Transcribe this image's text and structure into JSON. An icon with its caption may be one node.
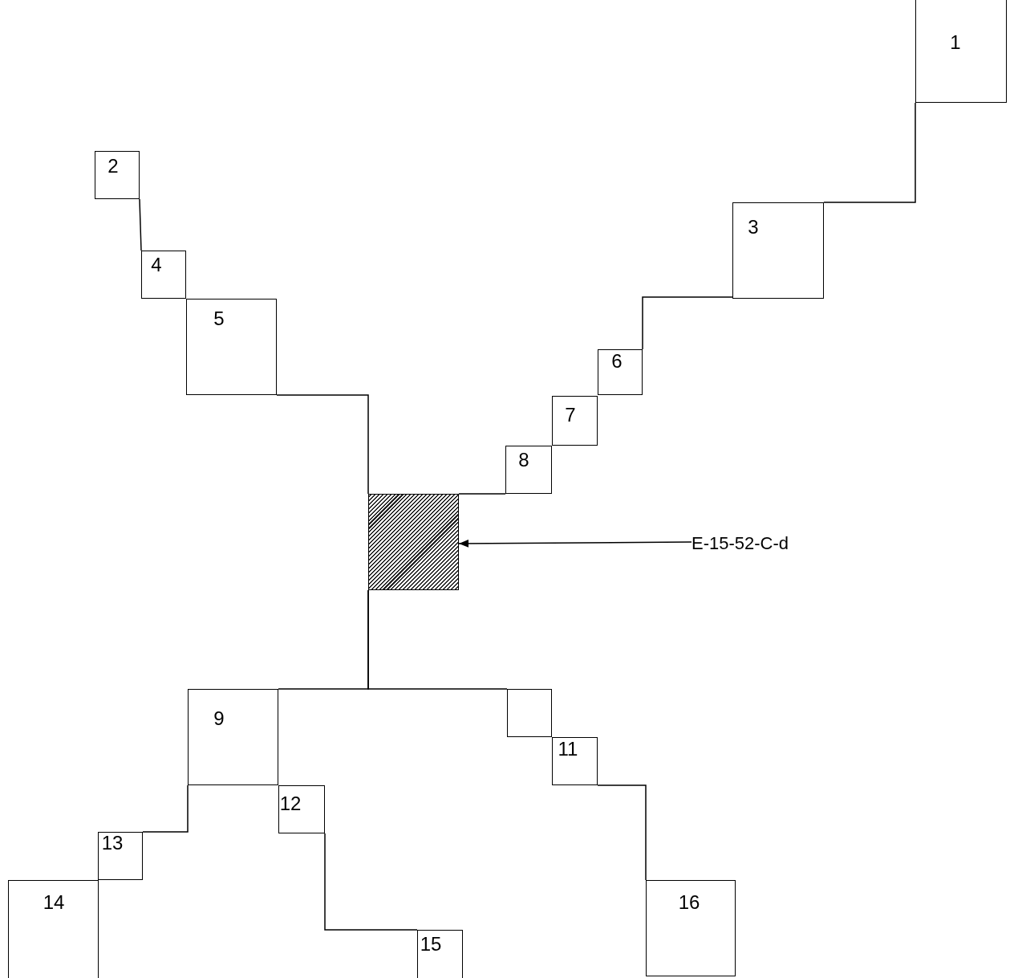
{
  "diagram": {
    "nodes": [
      {
        "text": [
          "1"
        ]
      },
      {
        "text": [
          "2"
        ]
      },
      {
        "text": [
          "3"
        ]
      },
      {
        "text": [
          "4"
        ]
      },
      {
        "text": [
          "5"
        ]
      },
      {
        "text": [
          "6"
        ]
      },
      {
        "text": [
          "7"
        ]
      },
      {
        "text": [
          "8"
        ]
      },
      {
        "text": [],
        "shape": "box"
      },
      {
        "text": [
          "E-15-52-C-d"
        ]
      },
      {
        "text": [
          "9"
        ]
      },
      {
        "text": [],
        "shape": "box"
      },
      {
        "text": [
          "11"
        ]
      },
      {
        "text": [
          "12"
        ]
      },
      {
        "text": [
          "13"
        ]
      },
      {
        "text": [
          "14"
        ]
      },
      {
        "text": [
          "15"
        ]
      },
      {
        "text": [
          "16"
        ]
      }
    ],
    "edges": [
      {
        "from": 0,
        "to": 2,
        "arrow": "none"
      },
      {
        "from": 2,
        "to": 5,
        "arrow": "none"
      },
      {
        "from": 7,
        "to": 8,
        "arrow": "none"
      },
      {
        "from": 1,
        "to": 3,
        "arrow": "none"
      },
      {
        "from": 4,
        "to": 8,
        "arrow": "none"
      },
      {
        "from": 8,
        "to": 10,
        "arrow": "none"
      },
      {
        "from": 8,
        "to": 11,
        "arrow": "none"
      },
      {
        "from": 12,
        "to": 17,
        "arrow": "none"
      },
      {
        "from": 10,
        "to": 14,
        "arrow": "none"
      },
      {
        "from": 13,
        "to": 16,
        "arrow": "none"
      },
      {
        "from": 9,
        "to": 8,
        "arrow": "to"
      }
    ]
  }
}
